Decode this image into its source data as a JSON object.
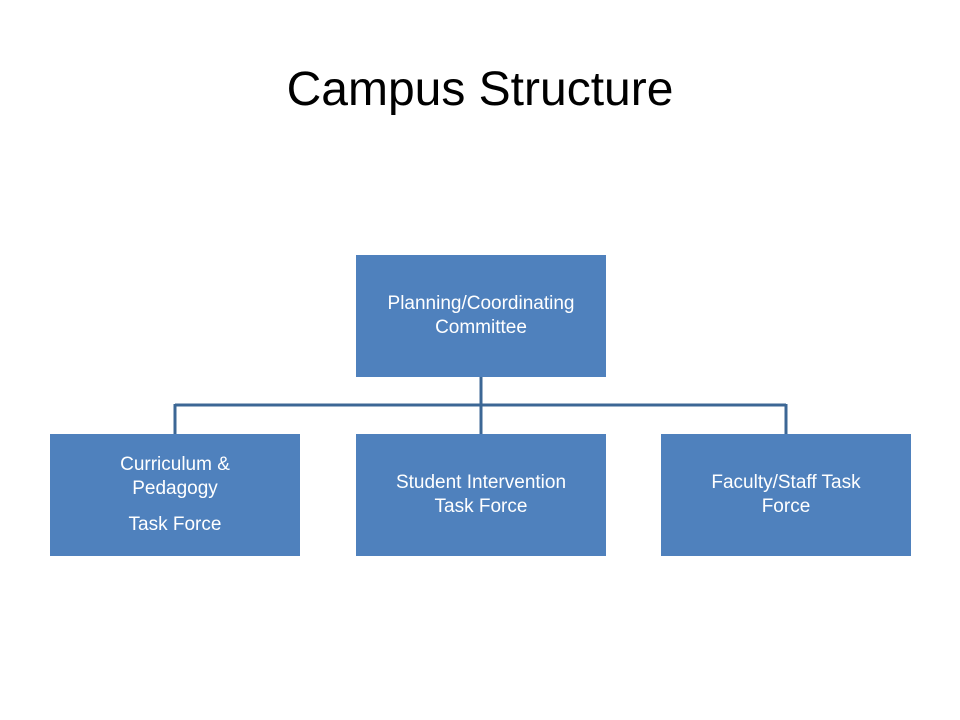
{
  "title": "Campus Structure",
  "colors": {
    "box_fill": "#4f81bd",
    "connector": "#3c6795",
    "box_text": "#ffffff"
  },
  "root": {
    "lines": [
      "Planning/Coordinating",
      "Committee"
    ]
  },
  "children": [
    {
      "lines": [
        "Curriculum &",
        "Pedagogy"
      ],
      "sub": "Task Force"
    },
    {
      "lines": [
        "Student Intervention",
        "Task Force"
      ]
    },
    {
      "lines": [
        "Faculty/Staff Task",
        "Force"
      ]
    }
  ]
}
